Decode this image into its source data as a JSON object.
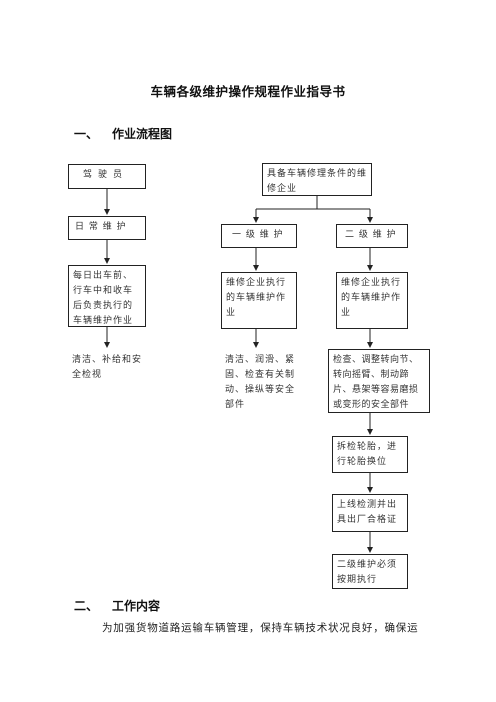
{
  "document": {
    "title": "车辆各级维护操作规程作业指导书",
    "section1": {
      "number": "一、",
      "title": "作业流程图"
    },
    "section2": {
      "number": "二、",
      "title": "工作内容"
    },
    "paragraph": "为加强货物道路运输车辆管理，保持车辆技术状况良好，确保运"
  },
  "flowchart": {
    "driver": "驾驶员",
    "daily_maintenance": "日 常 维 护",
    "daily_task": "每日出车前、行车中和收车后负责执行的车辆维护作业",
    "daily_detail": "清洁、补给和安全检视",
    "enterprise": "具备车辆修理条件的维修企业",
    "level1": "一 级 维 护",
    "level2": "二 级 维 护",
    "level1_task": "维修企业执行的车辆维护作业",
    "level2_task": "维修企业执行的车辆维护作业",
    "level1_detail": "清洁、润滑、紧固、检查有关制动、操纵等安全部件",
    "level2_detail": "检查、调整转向节、转向摇臂、制动蹄片、悬架等容易磨损或变形的安全部件",
    "tire": "拆检轮胎，进行轮胎换位",
    "inspection": "上线检测并出具出厂合格证",
    "schedule": "二级维护必须按期执行"
  }
}
